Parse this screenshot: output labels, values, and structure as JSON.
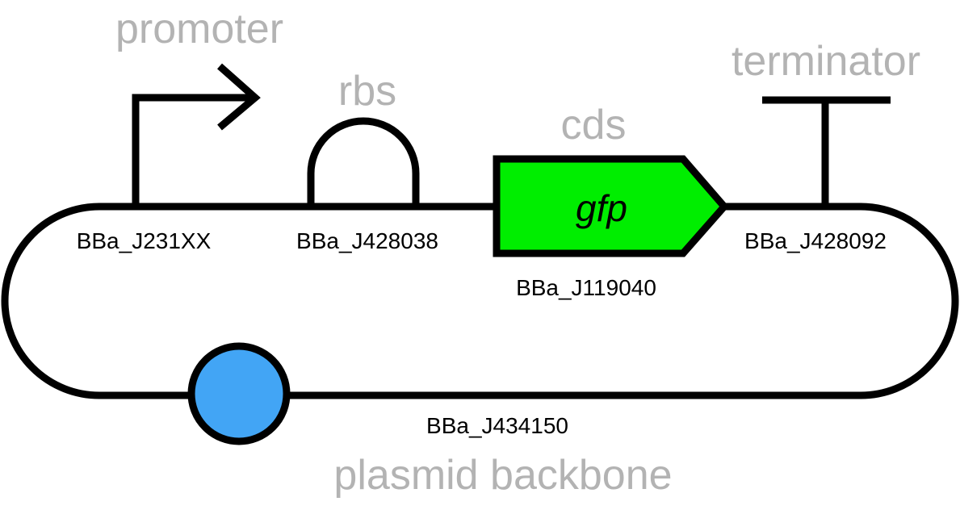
{
  "colors": {
    "line": "#000000",
    "role_label": "#b3b3b3",
    "cds_fill": "#00ee00",
    "backbone_fill": "#42a5f5"
  },
  "parts": {
    "promoter": {
      "role": "promoter",
      "id": "BBa_J231XX"
    },
    "rbs": {
      "role": "rbs",
      "id": "BBa_J428038"
    },
    "cds": {
      "role": "cds",
      "gene": "gfp",
      "id": "BBa_J119040"
    },
    "terminator": {
      "role": "terminator",
      "id": "BBa_J428092"
    },
    "backbone": {
      "role": "plasmid backbone",
      "id": "BBa_J434150"
    }
  }
}
